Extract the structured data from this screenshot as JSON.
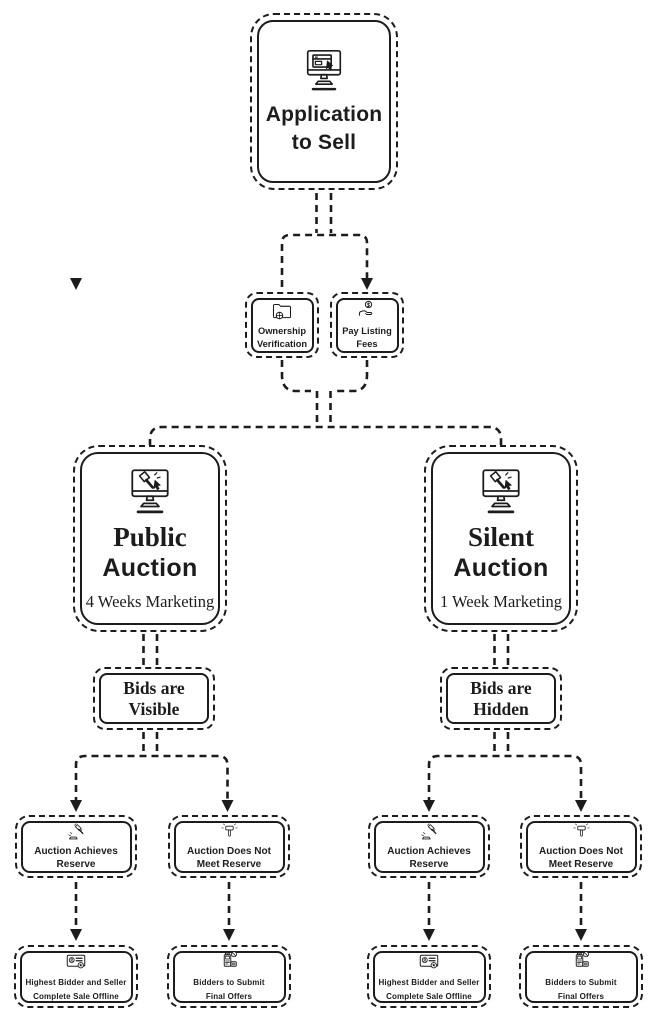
{
  "colors": {
    "ink": "#1c1c1c",
    "background": "#ffffff"
  },
  "diagram": {
    "application": {
      "label": "Application\nto Sell"
    },
    "ownership": {
      "label": "Ownership\nVerification"
    },
    "pay_fees": {
      "label": "Pay Listing\nFees"
    },
    "public_auction": {
      "title_top": "Public",
      "title_bottom": "Auction",
      "subtitle": "4 Weeks Marketing"
    },
    "silent_auction": {
      "title_top": "Silent",
      "title_bottom": "Auction",
      "subtitle": "1 Week Marketing"
    },
    "bids_visible": {
      "label": "Bids are Visible"
    },
    "bids_hidden": {
      "label": "Bids are Hidden"
    },
    "public_achieves": {
      "label": "Auction Achieves\nReserve"
    },
    "public_not_meet": {
      "label": "Auction Does Not\nMeet Reserve"
    },
    "silent_achieves": {
      "label": "Auction Achieves\nReserve"
    },
    "silent_not_meet": {
      "label": "Auction Does Not\nMeet Reserve"
    },
    "public_sale_offline": {
      "label": "Highest Bidder and Seller\nComplete Sale Offline"
    },
    "public_final_offers": {
      "label": "Bidders to Submit\nFinal Offers"
    },
    "silent_sale_offline": {
      "label": "Highest Bidder and Seller\nComplete Sale Offline"
    },
    "silent_final_offers": {
      "label": "Bidders to Submit\nFinal Offers"
    }
  },
  "icons": {
    "application": "computer-application-icon",
    "ownership": "folder-verification-icon",
    "pay_fees": "hand-coin-icon",
    "auction": "online-auction-monitor-icon",
    "achieves_reserve": "gavel-strike-icon",
    "not_meet_reserve": "gavel-upright-icon",
    "sale_offline": "id-badge-star-icon",
    "final_offers": "payment-terminal-icon"
  }
}
